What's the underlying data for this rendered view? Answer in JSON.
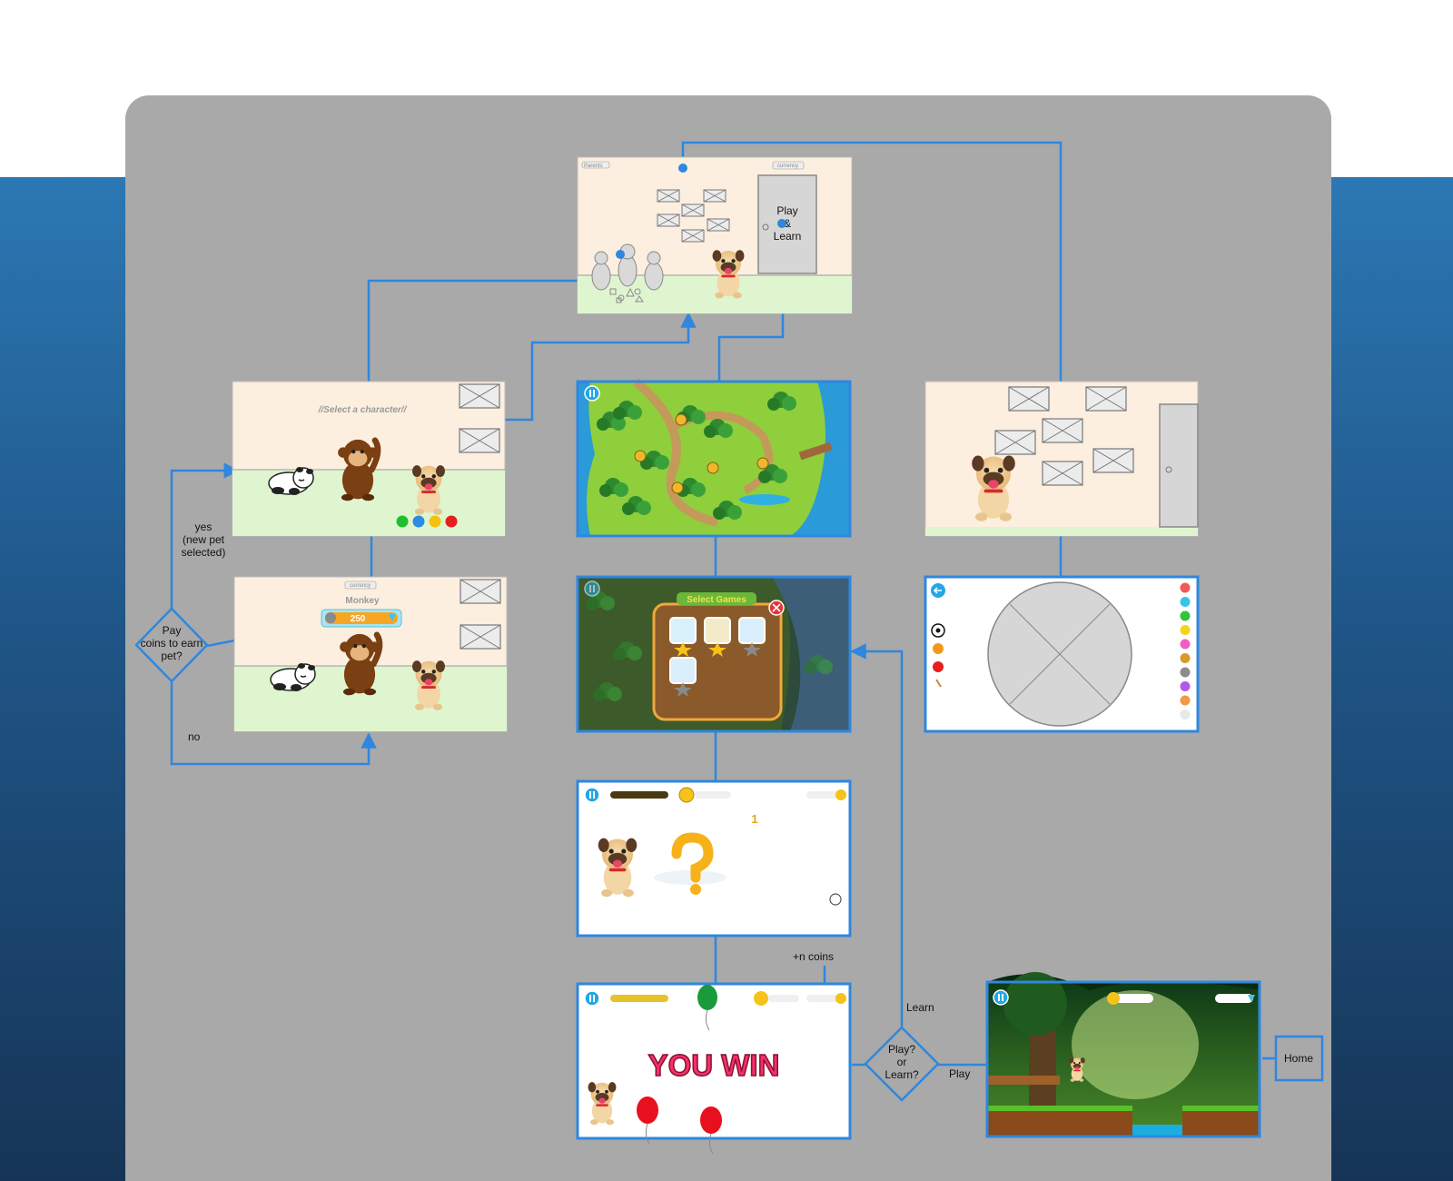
{
  "screens": {
    "home": {
      "door_label_lines": [
        "Play",
        "&",
        "Learn"
      ],
      "left_tag": "Parents",
      "right_tag": "currency"
    },
    "select_character": {
      "title": "//Select a character//"
    },
    "pay_screen": {
      "tag": "currency",
      "pet_name": "Monkey",
      "price": "250"
    },
    "map": {},
    "select_games": {
      "title": "Select Games"
    },
    "quiz": {
      "answer": "1"
    },
    "win": {
      "banner": "YOU WIN"
    },
    "learn_room": {},
    "coloring": {},
    "platformer": {}
  },
  "decisions": {
    "pay_coins": {
      "lines": [
        "Pay",
        "coins to earn",
        "pet?"
      ]
    },
    "play_or_learn": {
      "lines": [
        "Play?",
        "or",
        "Learn?"
      ]
    }
  },
  "edge_labels": {
    "yes": [
      "yes",
      "(new pet",
      "selected)"
    ],
    "no": "no",
    "coins": "+n coins",
    "learn": "Learn",
    "play": "Play"
  },
  "terminal": {
    "home": "Home"
  },
  "colors": {
    "flow": "#2f87de",
    "board": "#a9a9a9",
    "band_top": "#2c78b4",
    "band_bottom": "#163556"
  },
  "swatches": {
    "select_character": [
      "#1fbf2f",
      "#2a8de0",
      "#f4c20d",
      "#e81d1d"
    ],
    "coloring": [
      "#ee5a5a",
      "#39c3e8",
      "#2fc43a",
      "#f7d21a",
      "#f25ec0",
      "#d89a2b",
      "#8c8c8c",
      "#b35be8",
      "#f39a45",
      "#e8e8e8"
    ]
  }
}
